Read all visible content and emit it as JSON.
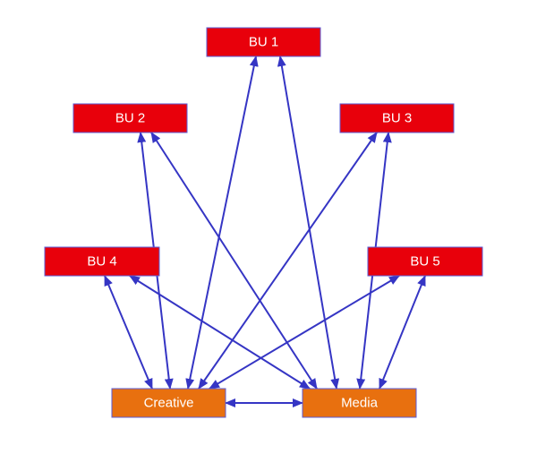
{
  "colors": {
    "bu_fill": "#e8000b",
    "bu_stroke": "#5b5bd6",
    "hub_fill": "#e8700f",
    "hub_stroke": "#5b5bd6",
    "arrow": "#3535c4",
    "label": "#ffffff"
  },
  "nodes": {
    "bu1": {
      "label": "BU 1"
    },
    "bu2": {
      "label": "BU 2"
    },
    "bu3": {
      "label": "BU 3"
    },
    "bu4": {
      "label": "BU 4"
    },
    "bu5": {
      "label": "BU 5"
    },
    "creative": {
      "label": "Creative"
    },
    "media": {
      "label": "Media"
    }
  },
  "edges": [
    {
      "from": "creative",
      "to": "bu1",
      "direction": "both"
    },
    {
      "from": "creative",
      "to": "bu2",
      "direction": "both"
    },
    {
      "from": "creative",
      "to": "bu3",
      "direction": "both"
    },
    {
      "from": "creative",
      "to": "bu4",
      "direction": "both"
    },
    {
      "from": "creative",
      "to": "bu5",
      "direction": "both"
    },
    {
      "from": "media",
      "to": "bu1",
      "direction": "both"
    },
    {
      "from": "media",
      "to": "bu2",
      "direction": "both"
    },
    {
      "from": "media",
      "to": "bu3",
      "direction": "both"
    },
    {
      "from": "media",
      "to": "bu4",
      "direction": "both"
    },
    {
      "from": "media",
      "to": "bu5",
      "direction": "both"
    },
    {
      "from": "creative",
      "to": "media",
      "direction": "both"
    }
  ]
}
